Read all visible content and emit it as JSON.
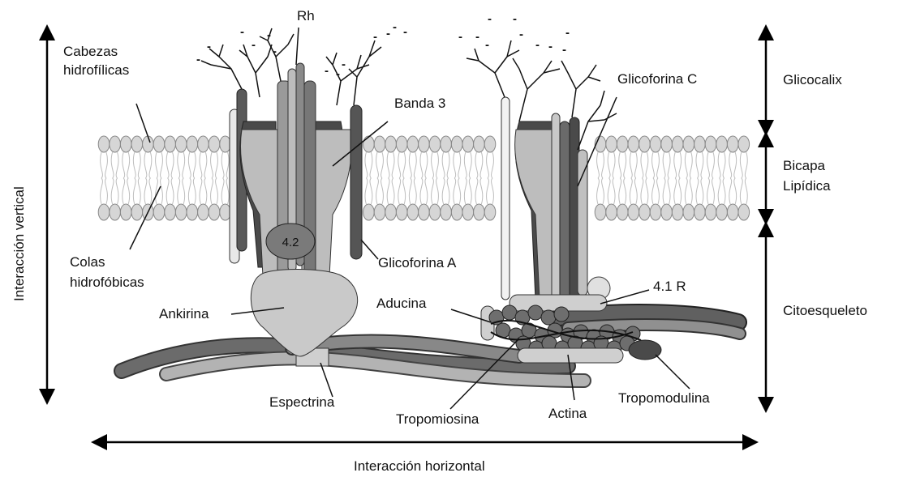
{
  "labels": {
    "cabezas": "Cabezas",
    "hidrofilicas": "hidrofílicas",
    "colas": "Colas",
    "hidrofobicas": "hidrofóbicas",
    "rh": "Rh",
    "banda3": "Banda 3",
    "glicoforina_c": "Glicoforina C",
    "glicoforina_a": "Glicoforina A",
    "p42": "4.2",
    "p41r": "4.1 R",
    "aducina": "Aducina",
    "ankirina": "Ankirina",
    "espectrina": "Espectrina",
    "tropomiosina": "Tropomiosina",
    "actina": "Actina",
    "tropomodulina": "Tropomodulina",
    "glicocalix": "Glicocalix",
    "bicapa": "Bicapa",
    "lipidica": "Lipídica",
    "citoesqueleto": "Citoesqueleto",
    "interaccion_vertical": "Interacción vertical",
    "interaccion_horizontal": "Interacción horizontal"
  },
  "charges": [
    "-",
    "-",
    "-",
    "-",
    "-",
    "-",
    "-",
    "-",
    "-",
    "-",
    "-",
    "-",
    "-",
    "-",
    "-",
    "-",
    "-",
    "-",
    "-",
    "-",
    "-",
    "-",
    "-"
  ],
  "colors": {
    "membrane_head": "#d6d6d6",
    "protein_light": "#bdbdbd",
    "protein_mid": "#8f8f8f",
    "protein_dark": "#4a4a4a",
    "spectrin_dark": "#5e5e5e",
    "spectrin_light": "#a9a9a9"
  }
}
